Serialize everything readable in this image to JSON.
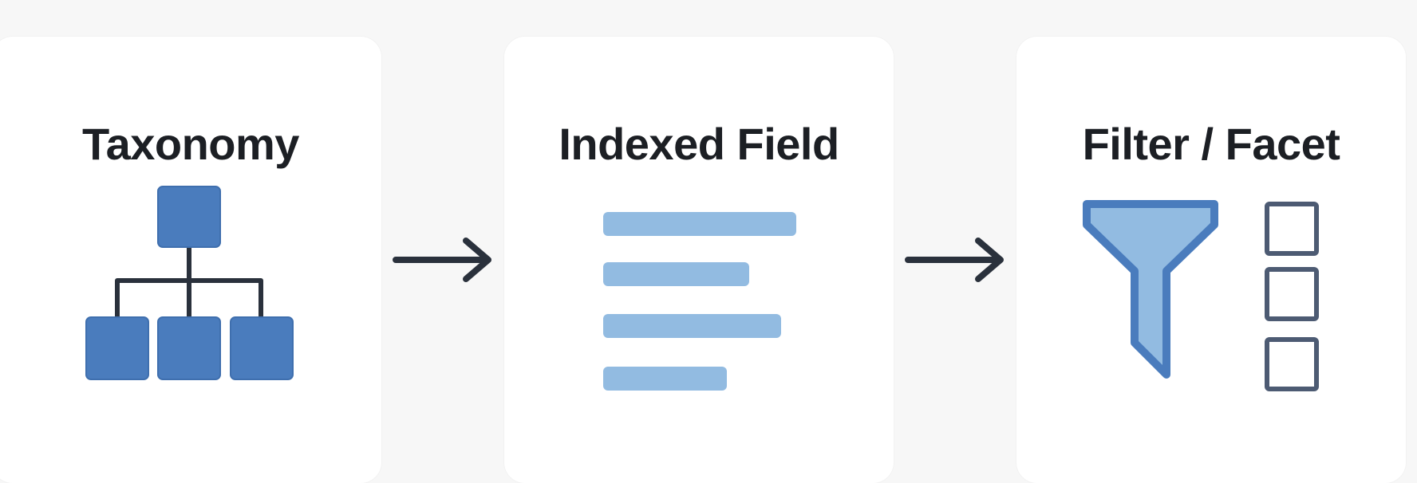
{
  "colors": {
    "background": "#f7f7f7",
    "card": "#ffffff",
    "title_text": "#1c1f24",
    "node_fill": "#4a7cbd",
    "node_stroke": "#3f6fae",
    "connector": "#2a313c",
    "bar_fill": "#92bbe1",
    "funnel_fill": "#92bbe1",
    "funnel_stroke": "#4a7cbd",
    "checkbox_stroke": "#4d5b73",
    "arrow": "#2a313c"
  },
  "steps": [
    {
      "title": "Taxonomy",
      "icon": "hierarchy-tree-icon"
    },
    {
      "title": "Indexed Field",
      "icon": "text-lines-icon"
    },
    {
      "title": "Filter / Facet",
      "icon": "funnel-checkbox-icon"
    }
  ],
  "arrows": [
    {
      "icon": "arrow-right-icon"
    },
    {
      "icon": "arrow-right-icon"
    }
  ]
}
